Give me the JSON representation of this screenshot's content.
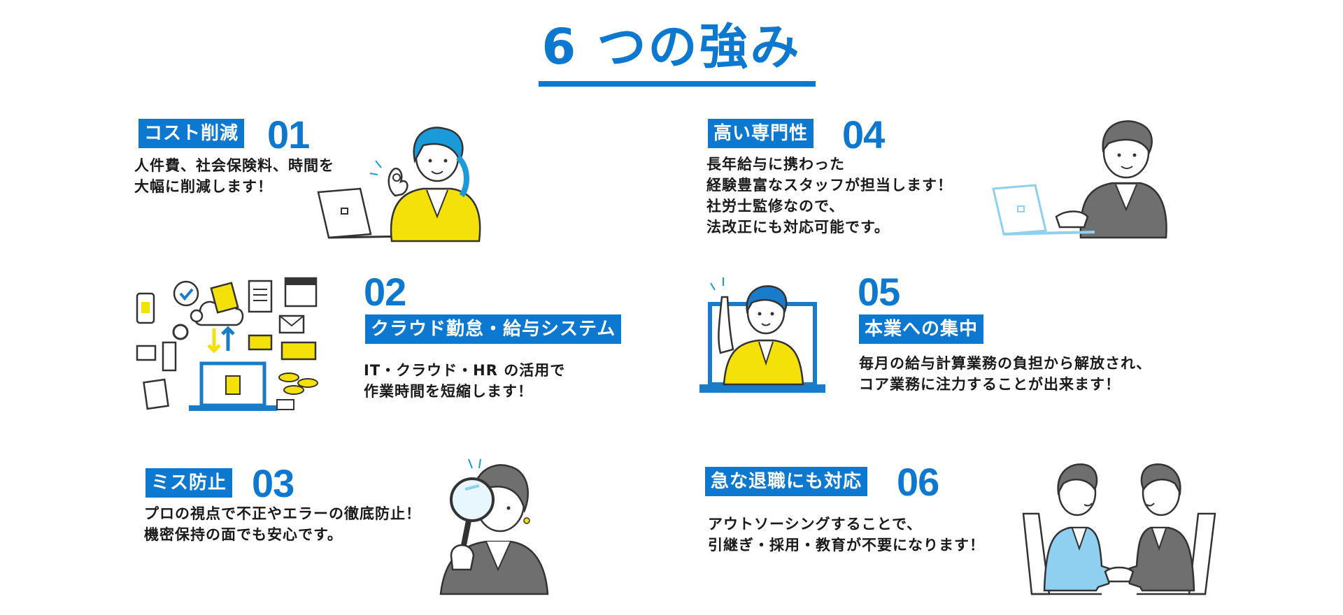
{
  "page_title": "6 つの強み",
  "features": [
    {
      "label": "コスト削減",
      "number": "01",
      "lines": [
        "人件費、社会保険料、時間を",
        "大幅に削減します！"
      ]
    },
    {
      "label": "クラウド勤怠・給与システム",
      "number": "02",
      "lines": [
        "IT・クラウド・HR の活用で",
        "作業時間を短縮します！"
      ]
    },
    {
      "label": "ミス防止",
      "number": "03",
      "lines": [
        "プロの視点で不正やエラーの徹底防止！",
        "機密保持の面でも安心です。"
      ]
    },
    {
      "label": "高い専門性",
      "number": "04",
      "lines": [
        "長年給与に携わった",
        "経験豊富なスタッフが担当します！",
        "社労士監修なので、",
        "法改正にも対応可能です。"
      ]
    },
    {
      "label": "本業への集中",
      "number": "05",
      "lines": [
        "毎月の給与計算業務の負担から解放され、",
        "コア業務に注力することが出来ます！"
      ]
    },
    {
      "label": "急な退職にも対応",
      "number": "06",
      "lines": [
        "アウトソーシングすることで、",
        "引継ぎ・採用・教育が不要になります！"
      ]
    }
  ],
  "colors": {
    "accent": "#0c78d0",
    "highlight": "#f5e10a",
    "light_blue": "#8fd0f0",
    "gray": "#6f6f6f"
  },
  "illustrations": [
    "woman-laptop-ok-sign",
    "cloud-payroll-system-icons",
    "woman-magnifying-glass",
    "man-laptop-typing",
    "man-pointing-from-laptop",
    "business-handshake"
  ]
}
